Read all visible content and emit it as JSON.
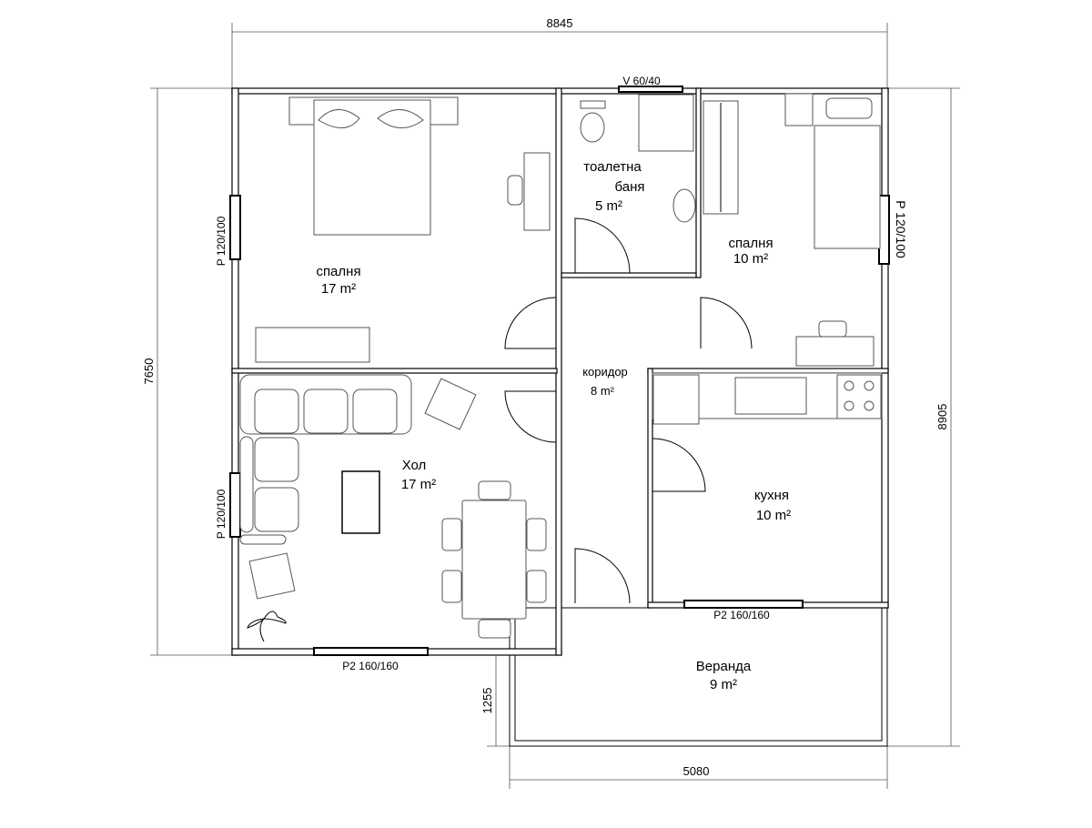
{
  "dimensions": {
    "top": "8845",
    "left": "7650",
    "right": "8905",
    "bottom": "5080",
    "veranda_depth": "1255"
  },
  "windows": {
    "bathroom": "V 60/40",
    "bedroom_left": "P 120/100",
    "hall_left": "P 120/100",
    "bedroom_right": "P 120/100",
    "hall_bottom": "P2 160/160",
    "kitchen_bottom": "P2 160/160"
  },
  "rooms": {
    "bedroom_large": {
      "name": "спалня",
      "area": "17 m²"
    },
    "bathroom": {
      "name_line1": "тоалетна",
      "name_line2": "баня",
      "area": "5 m²"
    },
    "bedroom_small": {
      "name": "спалня",
      "area": "10 m²"
    },
    "corridor": {
      "name": "коридор",
      "area": "8 m²"
    },
    "hall": {
      "name": "Хол",
      "area": "17  m²"
    },
    "kitchen": {
      "name": "кухня",
      "area": "10 m²"
    },
    "veranda": {
      "name": "Веранда",
      "area": "9 m²"
    }
  }
}
